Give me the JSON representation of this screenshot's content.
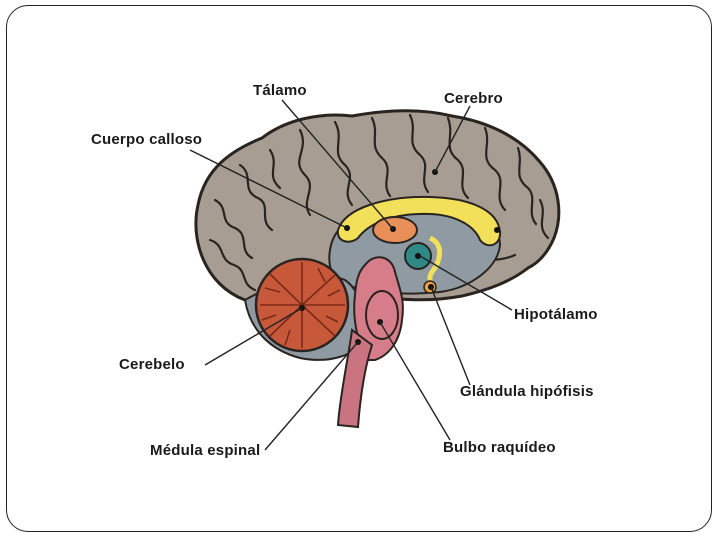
{
  "labels": {
    "talamo": "Tálamo",
    "cerebro": "Cerebro",
    "cuerpo_calloso": "Cuerpo calloso",
    "hipotalamo": "Hipotálamo",
    "cerebelo": "Cerebelo",
    "glandula_hipofisis": "Glándula hipófisis",
    "medula_espinal": "Médula espinal",
    "bulbo_raquideo": "Bulbo raquídeo"
  },
  "colors": {
    "cerebrum": "#a89d92",
    "cerebrum_outline": "#2a2420",
    "inner_gray": "#8f9aa3",
    "corpus_callosum": "#f2e05a",
    "thalamus": "#e9905a",
    "hypothalamus": "#2f8a86",
    "pituitary": "#e8a040",
    "cerebellum": "#c8583a",
    "brainstem": "#d77d8a",
    "spinal_cord": "#c97480"
  }
}
